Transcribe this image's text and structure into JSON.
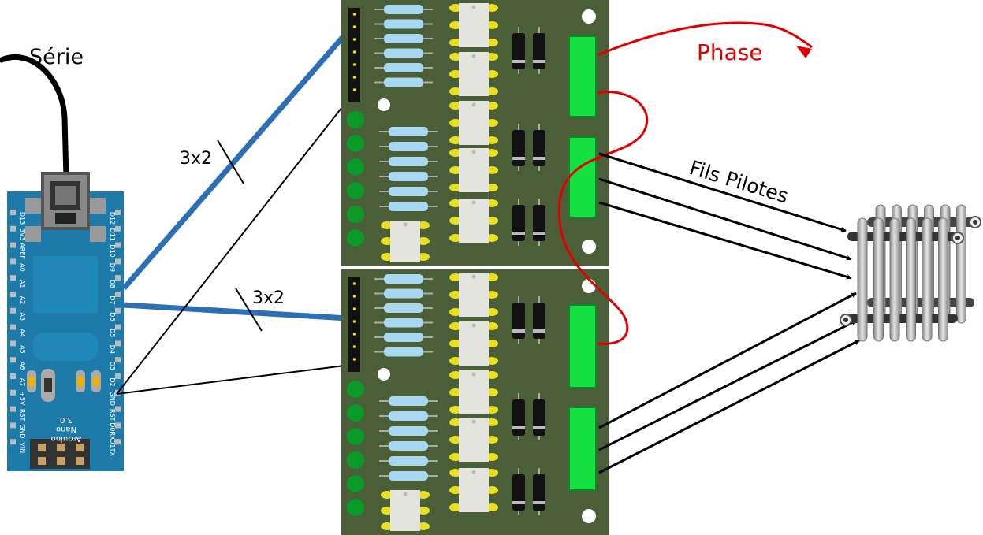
{
  "labels": {
    "serial": "Série",
    "bus_top": "3x2",
    "bus_bottom": "3x2",
    "phase": "Phase",
    "pilot_wires": "Fils Pilotes"
  },
  "arduino": {
    "model_line1": "Arduino",
    "model_line2": "Nano",
    "version": "3.0",
    "left_pins": [
      "D13",
      "3V3",
      "AREF",
      "A0",
      "A1",
      "A2",
      "A3",
      "A4",
      "A5",
      "A6",
      "A7",
      "+5V",
      "RST",
      "GND",
      "VIN"
    ],
    "right_pins": [
      "D12",
      "D11",
      "D10",
      "D9",
      "D8",
      "D7",
      "D6",
      "D5",
      "D4",
      "D3",
      "D2",
      "GND",
      "RST",
      "D0RX",
      "D1TX"
    ]
  },
  "colors": {
    "board_green": "#4a5e38",
    "arduino_blue": "#1e7aa8",
    "bus_blue": "#2c6fb5",
    "terminal_green": "#14e040",
    "phase_red": "#e00000",
    "resistor_blue": "#a8d8f0",
    "led_green": "#0a9a2a",
    "cap_yellow": "#e8e020",
    "diode_black": "#111111",
    "radiator_grey": "#c0c0c0"
  },
  "icons": {
    "radiator": "radiator-icon",
    "usb": "usb-connector-icon",
    "arrow": "arrow-head-icon"
  }
}
